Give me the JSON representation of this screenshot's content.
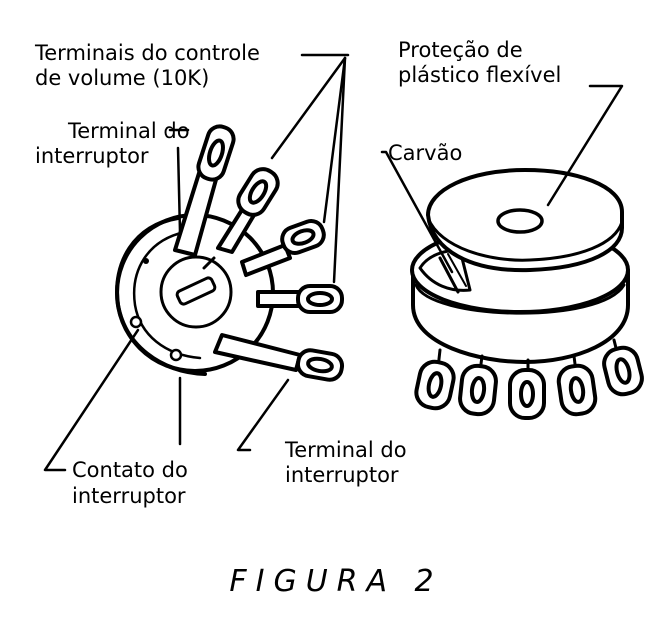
{
  "labels": {
    "volume_terminals_line1": "Terminais do controle",
    "volume_terminals_line2": "de volume (10K)",
    "switch_terminal_top_line1": "Terminal do",
    "switch_terminal_top_line2": "interruptor",
    "plastic_line1": "Proteção de",
    "plastic_line2": "plástico flexível",
    "carbon": "Carvão",
    "switch_contact_line1": "Contato do",
    "switch_contact_line2": "interruptor",
    "switch_terminal_bottom_line1": "Terminal do",
    "switch_terminal_bottom_line2": "interruptor"
  },
  "caption": "FIGURA 2",
  "colors": {
    "ink": "#000000",
    "paper": "#ffffff"
  }
}
